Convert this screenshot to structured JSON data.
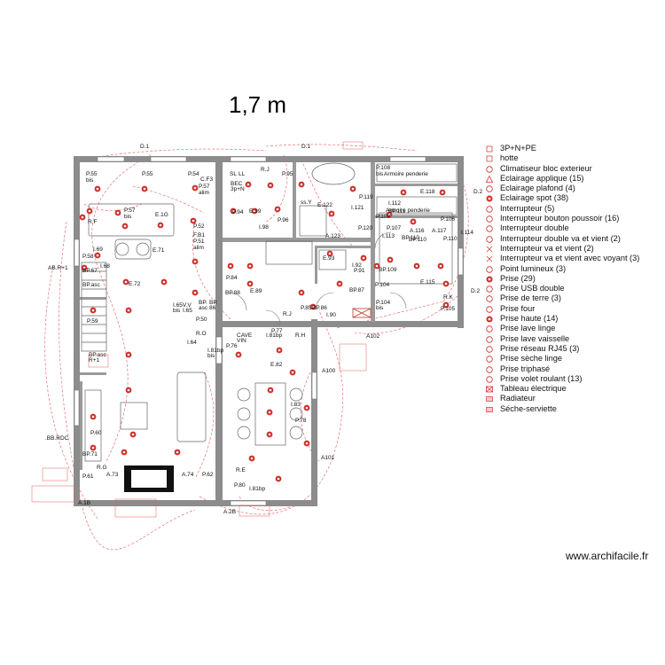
{
  "scale_label": "1,7 m",
  "watermark": "www.archifacile.fr",
  "legend": [
    {
      "label": "3P+N+PE",
      "icon": "three-phase-icon"
    },
    {
      "label": "hotte",
      "icon": "hood-icon"
    },
    {
      "label": "Climatiseur bloc exterieur",
      "icon": "air-conditioner-icon"
    },
    {
      "label": "Eclairage applique (15)",
      "icon": "wall-light-icon"
    },
    {
      "label": "Eclairage plafond (4)",
      "icon": "ceiling-light-icon"
    },
    {
      "label": "Eclairage spot (38)",
      "icon": "spotlight-icon"
    },
    {
      "label": "Interrupteur (5)",
      "icon": "switch-icon"
    },
    {
      "label": "Interrupteur bouton poussoir (16)",
      "icon": "push-button-icon"
    },
    {
      "label": "Interrupteur double",
      "icon": "double-switch-icon"
    },
    {
      "label": "Interrupteur double va et vient (2)",
      "icon": "double-two-way-switch-icon"
    },
    {
      "label": "Interrupteur va et vient (2)",
      "icon": "two-way-switch-icon"
    },
    {
      "label": "Interrupteur va et vient avec voyant (3)",
      "icon": "two-way-switch-indicator-icon"
    },
    {
      "label": "Point lumineux (3)",
      "icon": "light-point-icon"
    },
    {
      "label": "Prise (29)",
      "icon": "socket-icon"
    },
    {
      "label": "Prise USB double",
      "icon": "usb-socket-icon"
    },
    {
      "label": "Prise de terre (3)",
      "icon": "earth-socket-icon"
    },
    {
      "label": "Prise four",
      "icon": "oven-socket-icon"
    },
    {
      "label": "Prise haute (14)",
      "icon": "high-socket-icon"
    },
    {
      "label": "Prise lave linge",
      "icon": "washing-machine-socket-icon"
    },
    {
      "label": "Prise lave vaisselle",
      "icon": "dishwasher-socket-icon"
    },
    {
      "label": "Prise réseau RJ45 (3)",
      "icon": "rj45-socket-icon"
    },
    {
      "label": "Prise sèche linge",
      "icon": "dryer-socket-icon"
    },
    {
      "label": "Prise triphasé",
      "icon": "three-phase-socket-icon"
    },
    {
      "label": "Prise volet roulant (13)",
      "icon": "shutter-socket-icon"
    },
    {
      "label": "Tableau électrique",
      "icon": "electrical-panel-icon"
    },
    {
      "label": "Radiateur",
      "icon": "radiator-icon"
    },
    {
      "label": "Séche-serviette",
      "icon": "towel-dryer-icon"
    }
  ],
  "plan_labels": [
    "D.1",
    "D.1",
    "P.55",
    "bis",
    "P.55",
    "P.54",
    "C.F3",
    "P.57",
    "alim",
    "SL",
    "LL",
    "BEC",
    "3p+N",
    "R.J",
    "P.95",
    "P.108",
    "bis",
    "Armoire penderie",
    "Armoire penderie",
    "E.118",
    "P.119",
    "D.2",
    "R.F",
    "P.57",
    "bis",
    "E.1G",
    "P.52",
    "F.B1",
    "P.51",
    "alim",
    "P.94",
    "E.99",
    "I.98",
    "P.96",
    "E.122",
    "I.121",
    "ss.Y",
    "P.108",
    "BP.111",
    "P.106",
    "I.114",
    "P.120",
    "A.123",
    "I.112",
    "P.107",
    "I.113",
    "A.116",
    "A.117",
    "BP.110",
    "BP.110",
    "P.110",
    "I.69",
    "P.58",
    "I.68",
    "AB.R+1",
    "E.71",
    "BP.67",
    "BP.asc",
    "E.72",
    "P.84",
    "BP.88",
    "E.89",
    "E.93",
    "I.92",
    "P.91",
    "BP.109",
    "P.104",
    "E.115",
    "BP.87",
    "R.K",
    "D.2",
    "P.104",
    "bis",
    "P.105",
    "I.65V.V",
    "bis",
    "I.65",
    "BP.",
    "asc",
    "BP.",
    "86",
    "P.50",
    "R.J",
    "P.85",
    "BP.86",
    "I.90",
    "A102",
    "P.59",
    "R.O",
    "I.64",
    "CAVE",
    "VIN",
    "P.76",
    "I.81bp",
    "bis",
    "P.77",
    "I.81bp",
    "R.H",
    "BP.asc",
    "R+1",
    "E.82",
    "A100",
    "I.83",
    "P.78",
    ".BB.RDC",
    "P.60",
    "BP.71",
    "R.G",
    "P.61",
    "A.73",
    "A.74",
    "P.62",
    "R.E",
    "A101",
    "P.80",
    "I.81bp",
    "A.1B",
    "A.2B"
  ]
}
